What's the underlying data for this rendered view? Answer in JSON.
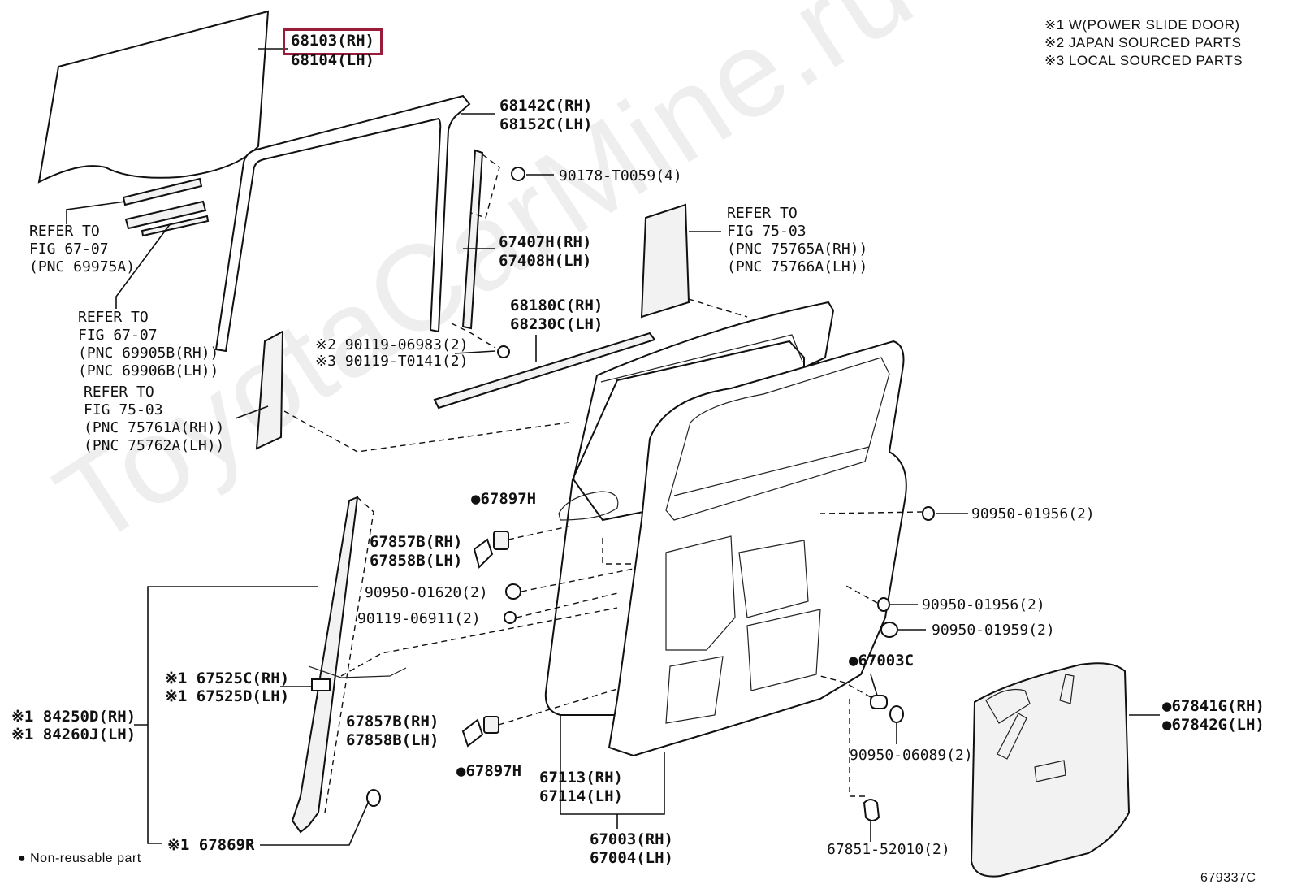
{
  "watermark": "ToyotaCarMine.ru",
  "footnotes": [
    "※1 W(POWER SLIDE DOOR)",
    "※2 JAPAN SOURCED PARTS",
    "※3 LOCAL SOURCED PARTS"
  ],
  "legend_note": "● Non-reusable part",
  "illustration_code": "679337C",
  "highlighted_part": "68103(RH)",
  "labels": {
    "glass_rh": "68103(RH)",
    "glass_lh": "68104(LH)",
    "run_rh": "68142C(RH)",
    "run_lh": "68152C(LH)",
    "nut_90178": "90178-T0059(4)",
    "ref_1": [
      "REFER TO",
      "FIG 67-07",
      "(PNC 69975A)"
    ],
    "ref_2": [
      "REFER TO",
      "FIG 67-07",
      "(PNC 69905B(RH))",
      "(PNC 69906B(LH))"
    ],
    "ref_3": [
      "REFER TO",
      "FIG 75-03",
      "(PNC 75761A(RH))",
      "(PNC 75762A(LH))"
    ],
    "ref_4": [
      "REFER TO",
      "FIG 75-03",
      "(PNC 75765A(RH))",
      "(PNC 75766A(LH))"
    ],
    "chan_rh": "67407H(RH)",
    "chan_lh": "67408H(LH)",
    "weather_rh": "68180C(RH)",
    "weather_lh": "68230C(LH)",
    "bolt_jp": "※2 90119-06983(2)",
    "bolt_local": "※3 90119-T0141(2)",
    "p67897h_top": "●67897H",
    "p67857b_1": "67857B(RH)",
    "p67858b_1": "67858B(LH)",
    "p90950_01620": "90950-01620(2)",
    "p90119_06911": "90119-06911(2)",
    "p90950_01956_a": "90950-01956(2)",
    "p90950_01956_b": "90950-01956(2)",
    "p90950_01959": "90950-01959(2)",
    "p67003c": "●67003C",
    "p67525c": "※1 67525C(RH)",
    "p67525d": "※1 67525D(LH)",
    "p84250d": "※1 84250D(RH)",
    "p84260j": "※1 84260J(LH)",
    "p67857b_2": "67857B(RH)",
    "p67858b_2": "67858B(LH)",
    "p67897h_bot": "●67897H",
    "p67113": "67113(RH)",
    "p67114": "67114(LH)",
    "p90950_06089": "90950-06089(2)",
    "p67841g": "●67841G(RH)",
    "p67842g": "●67842G(LH)",
    "p67869r": "※1 67869R",
    "p67003": "67003(RH)",
    "p67004": "67004(LH)",
    "p67851": "67851-52010(2)"
  }
}
